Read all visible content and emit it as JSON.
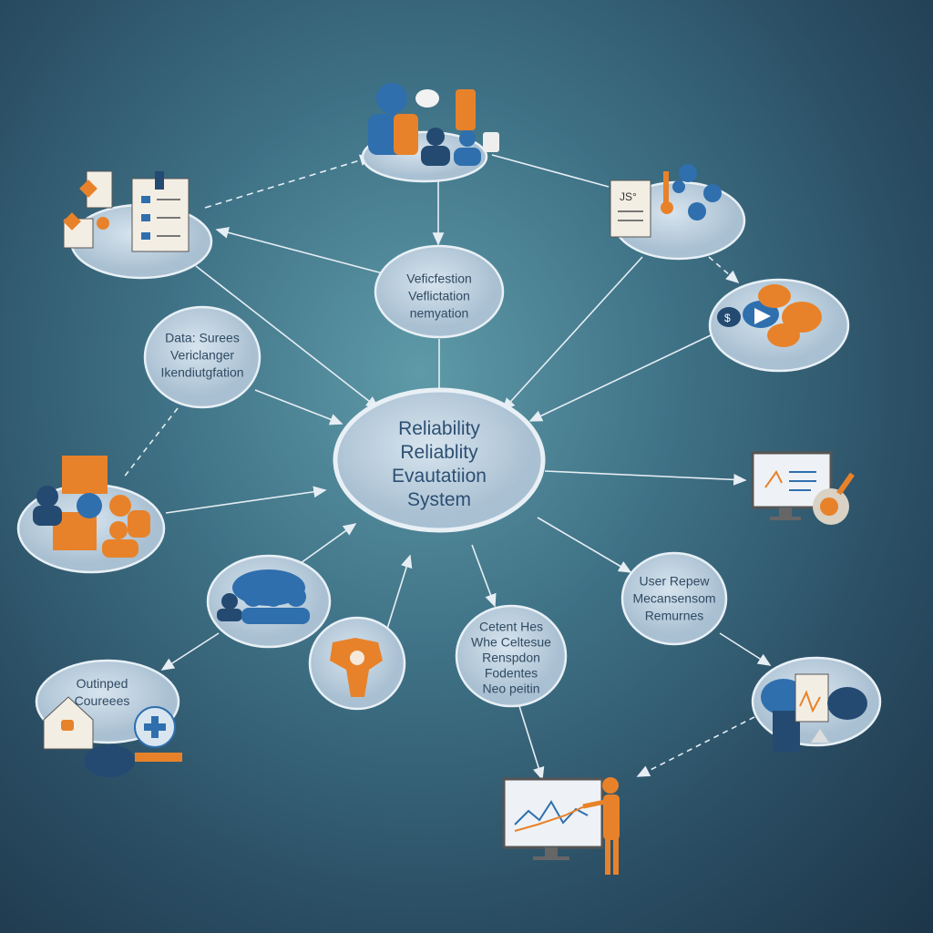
{
  "center": {
    "lines": [
      "Reliability",
      "Reliablity",
      "Evautatiion",
      "System"
    ]
  },
  "nodes": {
    "verification": {
      "lines": [
        "Veficfestion",
        "Veflictation",
        "nemyation"
      ]
    },
    "data_sources": {
      "lines": [
        "Data: Surees",
        "Vericlanger",
        "Ikendiutgfation"
      ]
    },
    "content": {
      "lines": [
        "Cetent Hes",
        "Whe Celtesue",
        "Renspdon",
        "Fodentes",
        "Neo peitin"
      ]
    },
    "user_review": {
      "lines": [
        "User Repew",
        "Mecansensom",
        "Remurnes"
      ]
    },
    "outsourced": {
      "lines": [
        "Outinped",
        "Coureees"
      ]
    }
  },
  "colors": {
    "node_fill": "#c3d5e3",
    "accent_orange": "#e8822a",
    "accent_blue": "#2f6fae",
    "dark_blue": "#244a72"
  }
}
